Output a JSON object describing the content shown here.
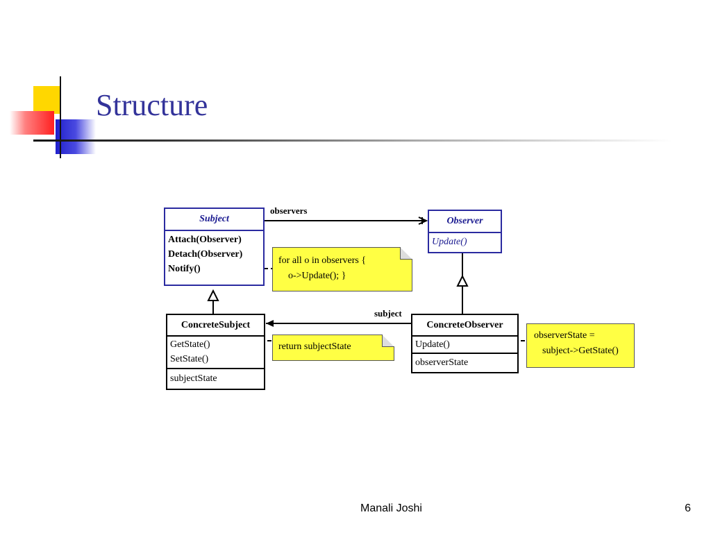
{
  "slide": {
    "title": "Structure",
    "footer_author": "Manali Joshi",
    "page_number": "6"
  },
  "diagram": {
    "subject": {
      "name": "Subject",
      "methods": [
        "Attach(Observer)",
        "Detach(Observer)",
        "Notify()"
      ]
    },
    "observer": {
      "name": "Observer",
      "methods": [
        "Update()"
      ]
    },
    "concrete_subject": {
      "name": "ConcreteSubject",
      "methods": [
        "GetState()",
        "SetState()"
      ],
      "attributes": [
        "subjectState"
      ]
    },
    "concrete_observer": {
      "name": "ConcreteObserver",
      "methods": [
        "Update()"
      ],
      "attributes": [
        "observerState"
      ]
    },
    "labels": {
      "observers": "observers",
      "subject": "subject"
    },
    "notes": {
      "notify": [
        "for all o in observers {",
        "o->Update(); }"
      ],
      "get_state": [
        "return subjectState"
      ],
      "update": [
        "observerState =",
        "subject->GetState()"
      ]
    },
    "colors": {
      "abstract_class": "#1a1a90",
      "note_fill": "#ffff44",
      "title": "#33339a"
    }
  }
}
